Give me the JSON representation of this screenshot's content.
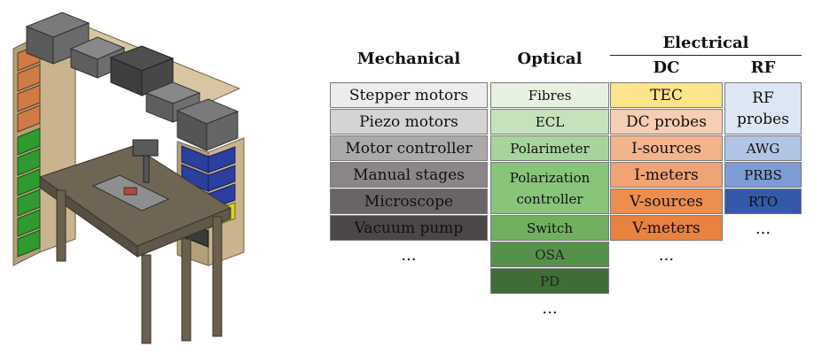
{
  "headers": {
    "mechanical": "Mechanical",
    "optical": "Optical",
    "electrical": "Electrical",
    "dc": "DC",
    "rf": "RF"
  },
  "ellipsis": "...",
  "columns": {
    "mechanical": [
      {
        "label": "Stepper motors",
        "color": "#ececec"
      },
      {
        "label": "Piezo motors",
        "color": "#d4d4d4"
      },
      {
        "label": "Motor controller",
        "color": "#aaaaaa"
      },
      {
        "label": "Manual stages",
        "color": "#8c8689"
      },
      {
        "label": "Microscope",
        "color": "#6a6466"
      },
      {
        "label": "Vacuum pump",
        "color": "#4c4648"
      }
    ],
    "optical": [
      {
        "label": "Fibres",
        "color": "#e6f1e2"
      },
      {
        "label": "ECL",
        "color": "#c5e2bd"
      },
      {
        "label": "Polarimeter",
        "color": "#a7d49a"
      },
      {
        "label": "Polarization controller",
        "color": "#88c47a"
      },
      {
        "label": "Switch",
        "color": "#6fb05e"
      },
      {
        "label": "OSA",
        "color": "#56914a"
      },
      {
        "label": "PD",
        "color": "#3e6e36"
      }
    ],
    "dc": [
      {
        "label": "TEC",
        "color": "#fde38a"
      },
      {
        "label": "DC probes",
        "color": "#f7cdb3"
      },
      {
        "label": "I-sources",
        "color": "#f3b48c"
      },
      {
        "label": "I-meters",
        "color": "#f0a374"
      },
      {
        "label": "V-sources",
        "color": "#ec8e4f"
      },
      {
        "label": "V-meters",
        "color": "#e8823e"
      }
    ],
    "rf": [
      {
        "label": "RF probes",
        "color": "#dde6f4"
      },
      {
        "label": "AWG",
        "color": "#b1c4e6"
      },
      {
        "label": "PRBS",
        "color": "#7d9bd4"
      },
      {
        "label": "RTO",
        "color": "#3359a8"
      }
    ]
  },
  "illustration_colors": {
    "wood": "#c9b48e",
    "box": "#5a5a5a",
    "drawer_orange": "#d07a45",
    "drawer_green": "#2f9a2f",
    "drawer_blue": "#2a3f9e",
    "drawer_yellow": "#d6d629"
  }
}
